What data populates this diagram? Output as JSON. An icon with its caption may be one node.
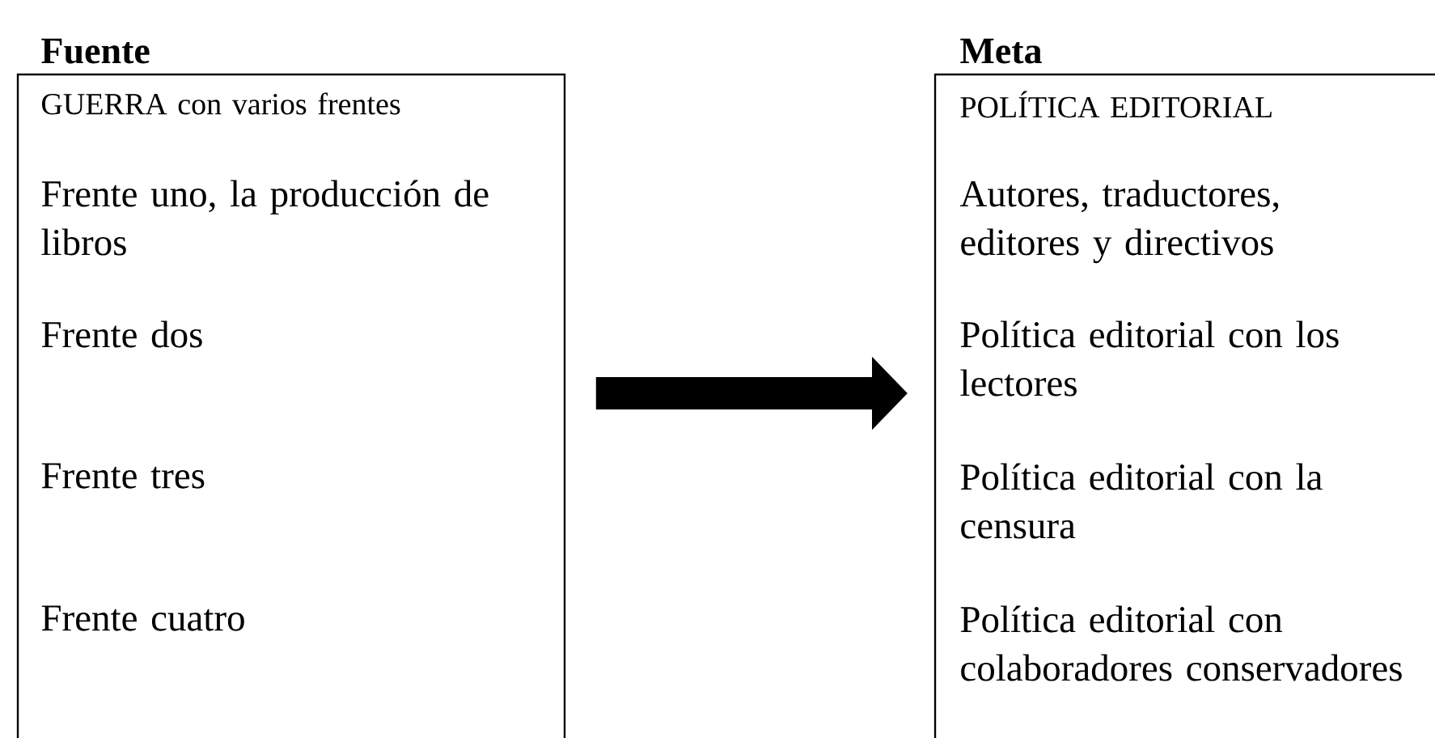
{
  "diagram": {
    "nodes": [
      {
        "text": [
          "Fuente",
          "GUERRA con varios frentes",
          "Frente uno, la producción de libros",
          "Frente dos",
          "Frente tres",
          "Frente cuatro"
        ]
      },
      {
        "text": [
          "Meta",
          "POLÍTICA EDITORIAL",
          "Autores, traductores, editores y directivos",
          "Política editorial con los lectores",
          "Política editorial con la censura",
          "Política editorial con colaboradores conservadores"
        ]
      }
    ],
    "edges": [
      {
        "from": 0,
        "to": 1,
        "arrow": "to"
      }
    ]
  }
}
